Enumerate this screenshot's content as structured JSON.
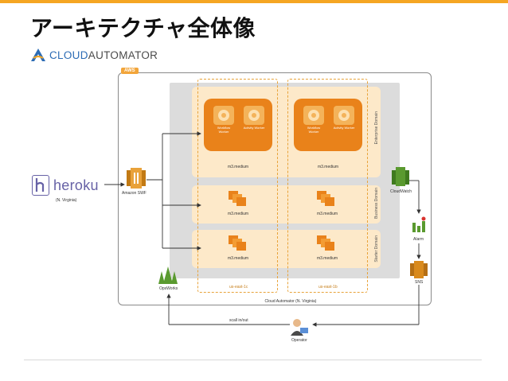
{
  "slide": {
    "title": "アーキテクチャ全体像",
    "accent_color": "#f5a623"
  },
  "logo": {
    "name": "cloudautomator-logo-icon",
    "text_cloud": "CLOUD",
    "text_automator": "AUTOMATOR",
    "colors": {
      "cloud": "#2c6cb5",
      "automator": "#4a4a4a"
    }
  },
  "diagram": {
    "aws_tag": "AWS",
    "aws_footer": "Cloud Automator (N. Virginia)",
    "domains": {
      "enterprise": "Enterprise Domain",
      "business": "Business Domain",
      "starter": "Starter Domain"
    },
    "zones": {
      "a": "us-east-1c",
      "b": "us-east-1b"
    },
    "instances": {
      "enterprise_a": "m3.medium",
      "enterprise_b": "m3.medium",
      "business_a": "m3.medium",
      "business_b": "m3.medium",
      "starter_a": "m3.medium",
      "starter_b": "m3.medium"
    },
    "workers": {
      "workflow": "Workflow Worker",
      "activity": "Activity Worker"
    },
    "heroku": {
      "text": "heroku",
      "region": "(N. Virginia)"
    },
    "services": {
      "swf": "Amazon SWF",
      "cloudwatch": "CloudWatch",
      "alarm": "Alarm",
      "sns": "SNS",
      "opsworks": "OpsWorks",
      "operator": "Operator"
    },
    "scale_label": "scall in/out",
    "colors": {
      "orange": "#e9821a",
      "light_orange": "#fde9c9",
      "region_gray": "#dcdcdc",
      "green": "#5a9a2f",
      "sns_orange": "#d98a1c"
    }
  }
}
